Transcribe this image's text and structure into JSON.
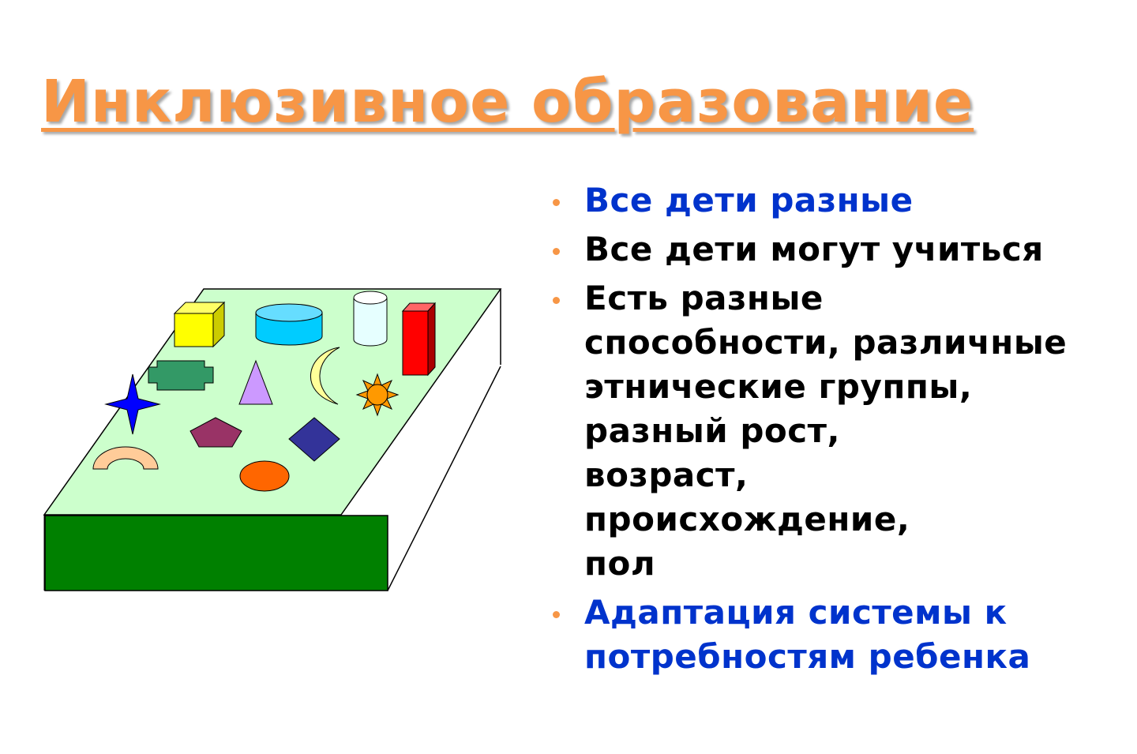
{
  "title": "Инклюзивное образование",
  "colors": {
    "title": "#F79646",
    "bullet_marker": "#F79646",
    "accent_text": "#0033CC",
    "body_text": "#000000",
    "table_top": "#CCFFCC",
    "table_front": "#008000"
  },
  "bullets": [
    {
      "lines": [
        "Все дети разные"
      ],
      "color": "blue"
    },
    {
      "lines": [
        "Все дети могут учиться"
      ],
      "color": "black"
    },
    {
      "lines": [
        "Есть разные",
        "способности, различные",
        "этнические группы,",
        "разный рост,",
        "возраст,",
        "происхождение,",
        "пол"
      ],
      "color": "black"
    },
    {
      "lines": [
        "Адаптация системы к",
        "потребностям ребенка"
      ],
      "color": "blue"
    }
  ],
  "illustration": {
    "shapes": [
      "cube",
      "cylinder",
      "glass",
      "rectangular-prism",
      "rounded-plate",
      "triangle",
      "crescent-moon",
      "sun",
      "four-pointed-star",
      "pentagon",
      "diamond",
      "arch",
      "ellipse"
    ]
  }
}
